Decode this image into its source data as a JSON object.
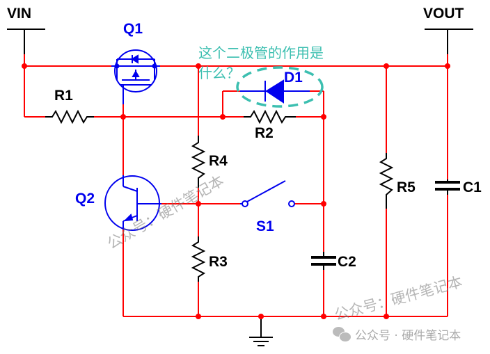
{
  "labels": {
    "vin": "VIN",
    "vout": "VOUT",
    "q1": "Q1",
    "q2": "Q2",
    "r1": "R1",
    "r2": "R2",
    "r3": "R3",
    "r4": "R4",
    "r5": "R5",
    "d1": "D1",
    "s1": "S1",
    "c1": "C1",
    "c2": "C2"
  },
  "question": {
    "line1": "这个二极管的作用是",
    "line2": "什么？"
  },
  "watermarks": {
    "left": "公众号：硬件笔记本",
    "right": "公众号：硬件笔记本",
    "footer": "公众号 · 硬件笔记本"
  },
  "colors": {
    "wire": "#ff0000",
    "component": "#0000ee",
    "highlight": "#3cbfb0"
  }
}
